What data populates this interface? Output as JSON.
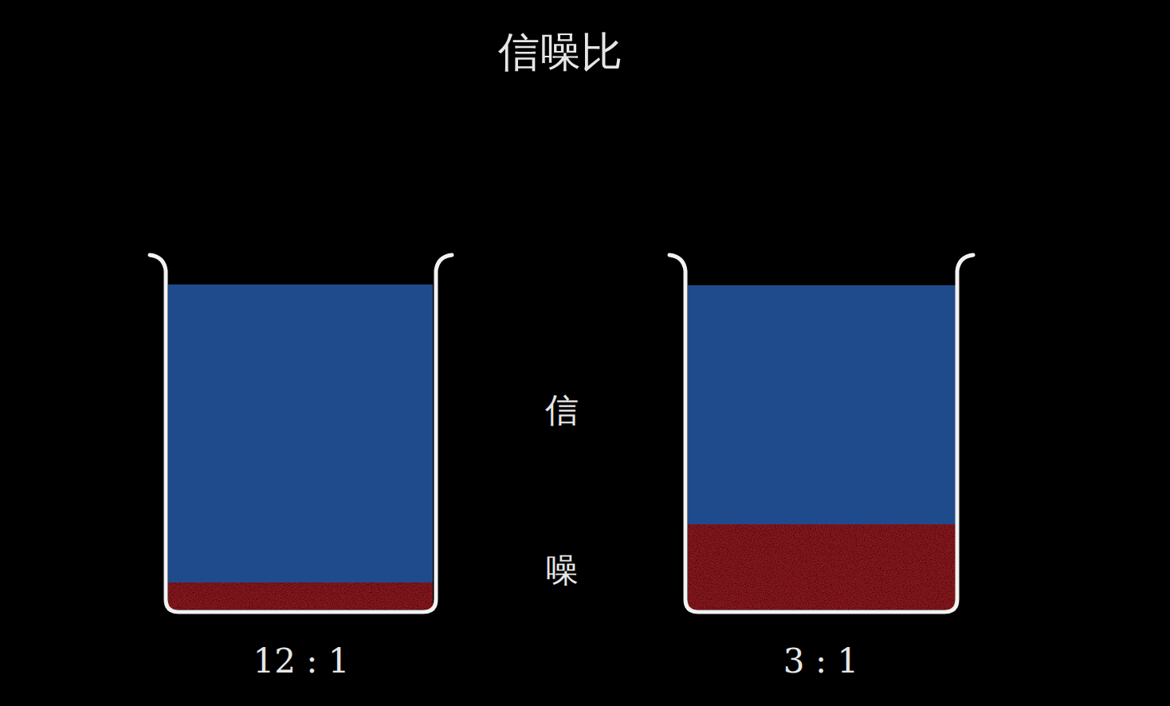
{
  "diagram": {
    "title": "信噪比",
    "labels": [
      "信",
      "噪",
      "12 : 1",
      "3 : 1"
    ]
  }
}
